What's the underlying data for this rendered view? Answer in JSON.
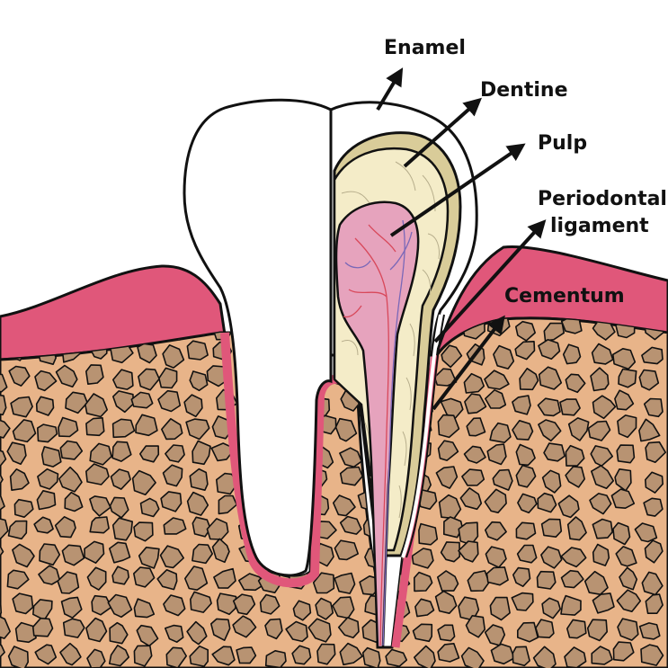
{
  "labels": {
    "enamel": "Enamel",
    "dentine": "Dentine",
    "pulp": "Pulp",
    "periodontal_line1": "Periodontal",
    "periodontal_line2": "ligament",
    "cementum": "Cementum"
  },
  "colors": {
    "gum": "#e0577a",
    "gum_light": "#e98aa3",
    "bone_fill": "#e8b489",
    "bone_stone": "#b89372",
    "enamel": "#ffffff",
    "dentine": "#f4ecc8",
    "dentine_band": "#d9cc99",
    "pulp": "#e6a3bd",
    "vessel_red": "#d8485a",
    "vessel_blue": "#7a68b8",
    "outline": "#111111"
  },
  "icons": [
    "arrow-icon"
  ]
}
